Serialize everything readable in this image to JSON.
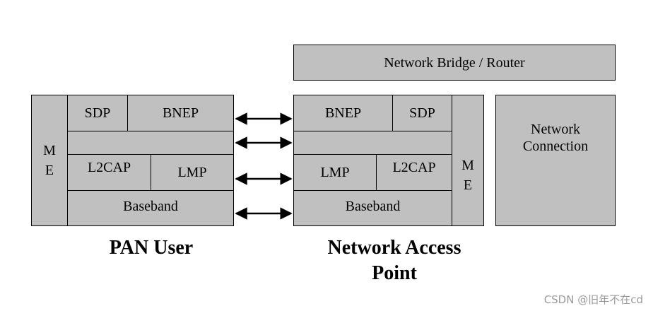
{
  "top_bridge": {
    "label": "Network Bridge / Router"
  },
  "pan_user": {
    "me_lines": [
      "M",
      "E"
    ],
    "sdp": "SDP",
    "bnep": "BNEP",
    "l2cap": "L2CAP",
    "lmp": "LMP",
    "baseband": "Baseband",
    "caption": "PAN User"
  },
  "access_point": {
    "bnep": "BNEP",
    "sdp": "SDP",
    "lmp": "LMP",
    "l2cap": "L2CAP",
    "baseband": "Baseband",
    "me_lines": [
      "M",
      "E"
    ],
    "caption_lines": [
      "Network Access",
      "Point"
    ]
  },
  "network_connection": {
    "lines": [
      "Network",
      "Connection"
    ]
  },
  "watermark": "CSDN @旧年不在cd",
  "colors": {
    "box_fill": "#c0c0c0",
    "border": "#000000"
  }
}
